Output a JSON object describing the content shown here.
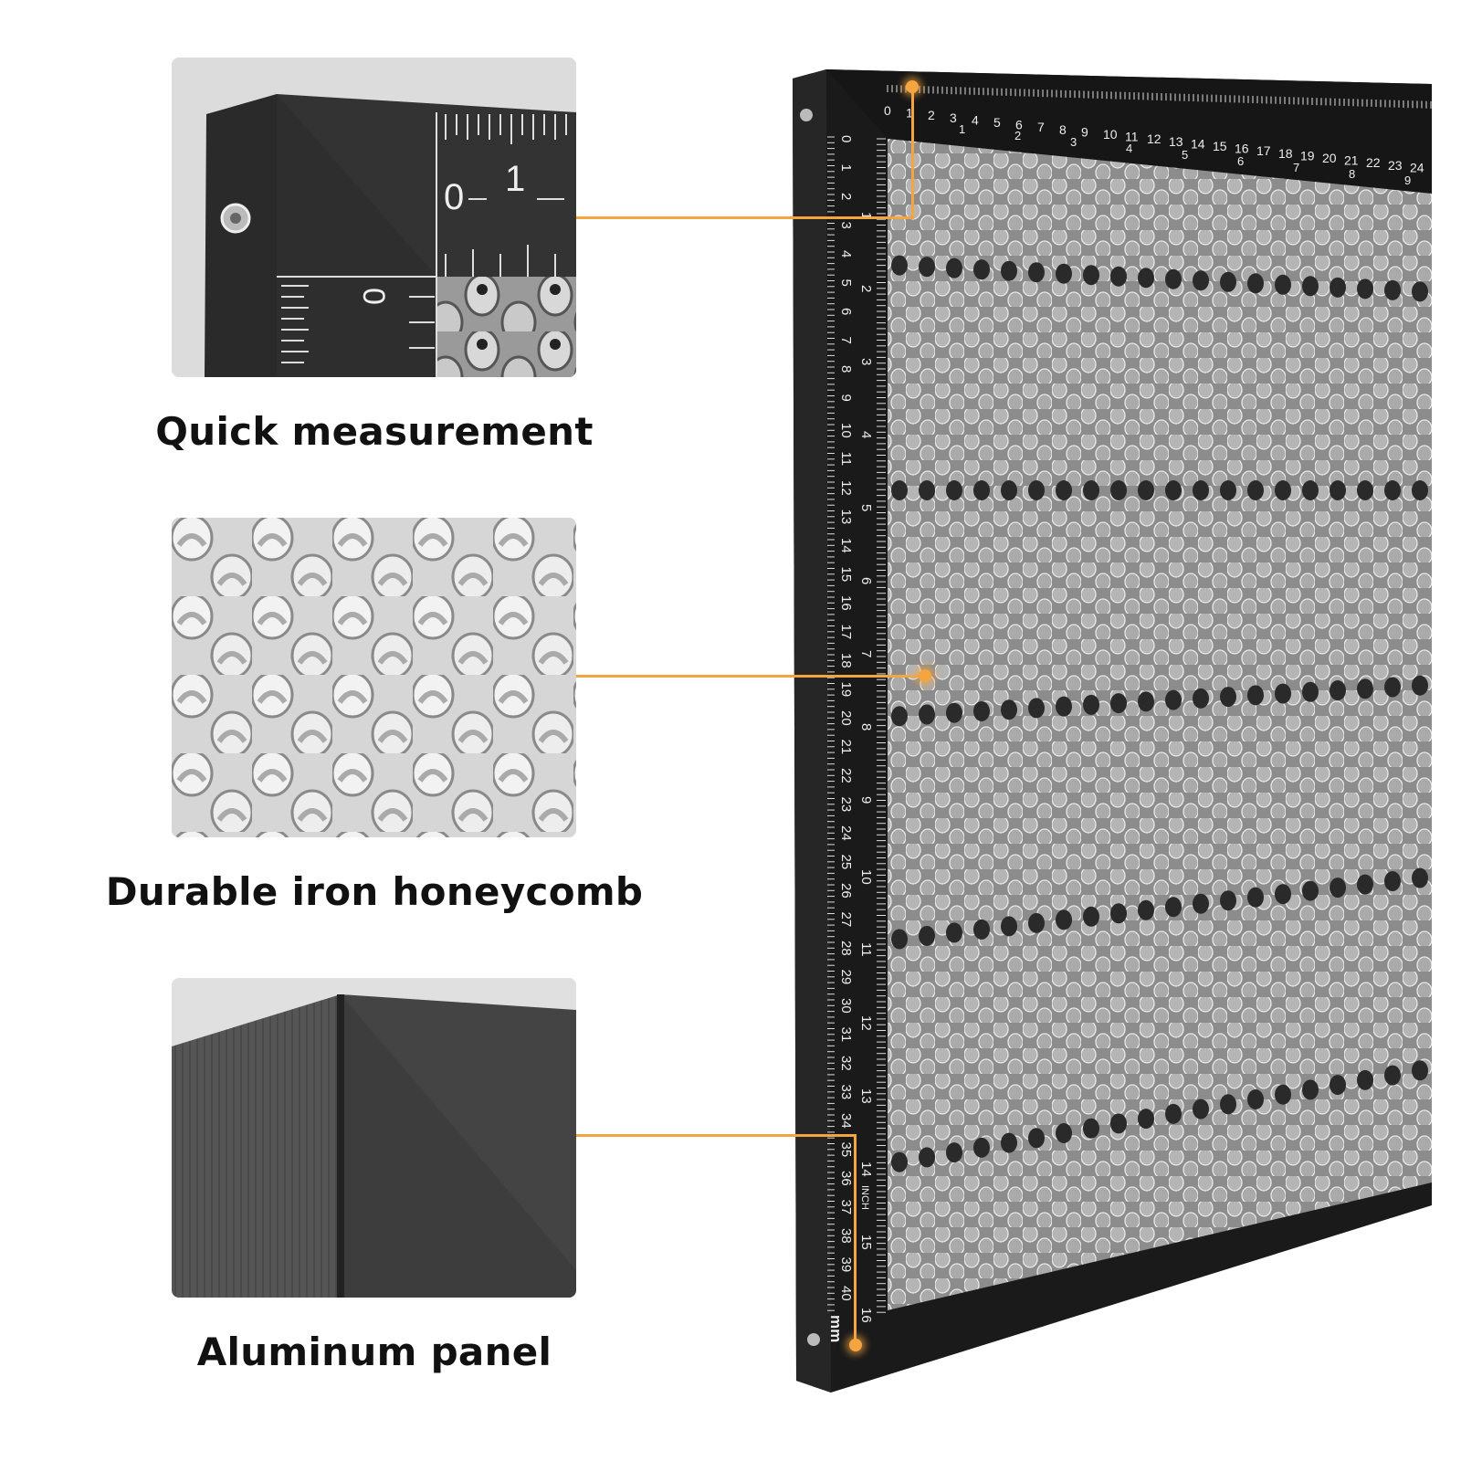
{
  "features": [
    {
      "label": "Quick measurement"
    },
    {
      "label": "Durable iron honeycomb"
    },
    {
      "label": "Aluminum panel"
    }
  ],
  "ruler": {
    "unit_mm": "mm",
    "unit_inch": "INCH",
    "left_mm": [
      "0",
      "1",
      "2",
      "3",
      "4",
      "5",
      "6",
      "7",
      "8",
      "9",
      "10",
      "11",
      "12",
      "13",
      "14",
      "15",
      "16",
      "17",
      "18",
      "19",
      "20",
      "21",
      "22",
      "23",
      "24",
      "25",
      "26",
      "27",
      "28",
      "29",
      "30",
      "31",
      "32",
      "33",
      "34",
      "35",
      "36",
      "37",
      "38",
      "39",
      "40"
    ],
    "left_inch": [
      "1",
      "2",
      "3",
      "4",
      "5",
      "6",
      "7",
      "8",
      "9",
      "10",
      "11",
      "12",
      "13",
      "14",
      "15",
      "16"
    ],
    "top_mm": [
      "0",
      "1",
      "2",
      "3",
      "4",
      "5",
      "6",
      "7",
      "8",
      "9",
      "10",
      "11",
      "12",
      "13",
      "14",
      "15",
      "16",
      "17",
      "18",
      "19",
      "20",
      "21",
      "22",
      "23",
      "24"
    ],
    "top_inch": [
      "1",
      "2",
      "3",
      "4",
      "5",
      "6",
      "7",
      "8",
      "9"
    ],
    "closeup_numbers": [
      "0",
      "1",
      "0"
    ]
  },
  "colors": {
    "accent": "#f5a540",
    "frame": "#1a1a1a"
  }
}
